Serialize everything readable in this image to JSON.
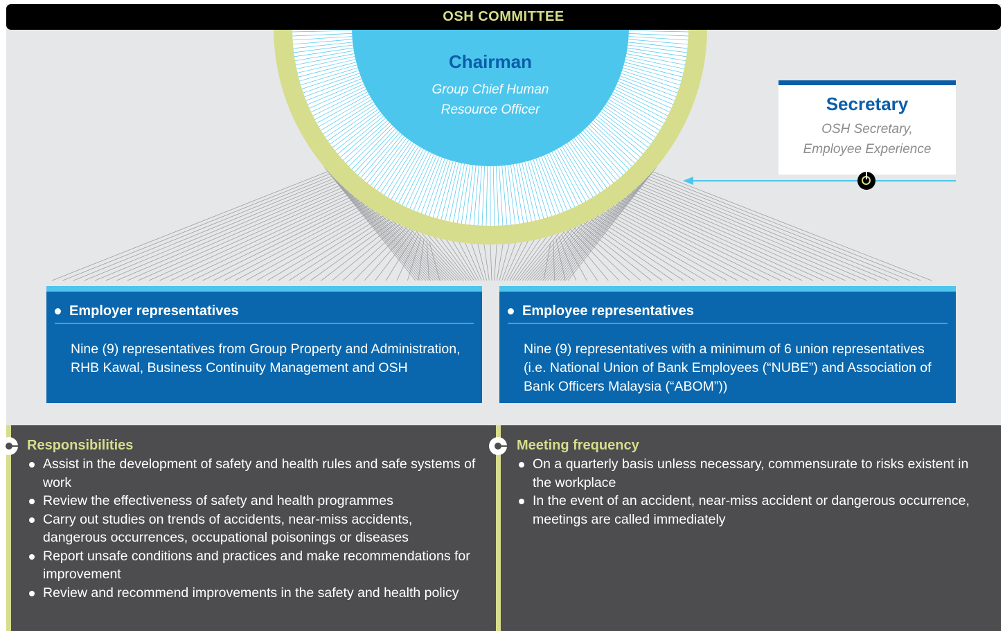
{
  "title": "OSH COMMITTEE",
  "chairman": {
    "title": "Chairman",
    "line1": "Group Chief Human",
    "line2": "Resource Officer"
  },
  "secretary": {
    "title": "Secretary",
    "line1": "OSH Secretary,",
    "line2": "Employee Experience"
  },
  "employer": {
    "heading": "Employer representatives",
    "body": "Nine (9) representatives from Group Property and Administration, RHB Kawal, Business Continuity Management and OSH"
  },
  "employee": {
    "heading": "Employee representatives",
    "body": "Nine (9) representatives with a minimum of 6 union representatives (i.e. National Union of Bank Employees (“NUBE”) and Association of Bank Officers Malaysia (“ABOM”))"
  },
  "responsibilities": {
    "heading": "Responsibilities",
    "items": [
      "Assist in the development of safety and health rules and safe systems of work",
      "Review the effectiveness of safety and health programmes",
      "Carry out studies on trends of accidents, near-miss accidents, dangerous occurrences, occupational poisonings or diseases",
      "Report unsafe conditions and practices and make recommendations for improvement",
      "Review and recommend improvements in the safety and health policy"
    ]
  },
  "meeting": {
    "heading": "Meeting frequency",
    "items": [
      "On a quarterly basis unless necessary, commensurate to risks existent in the workplace",
      "In the event of an accident, near-miss accident or dangerous occurrence, meetings are called immediately"
    ]
  },
  "colors": {
    "dark_blue": "#0a5ea8",
    "light_blue": "#4cc6ec",
    "lime": "#d6dd8c",
    "panel_grey": "#4d4d4f",
    "bg_grey": "#e6e7e8"
  }
}
